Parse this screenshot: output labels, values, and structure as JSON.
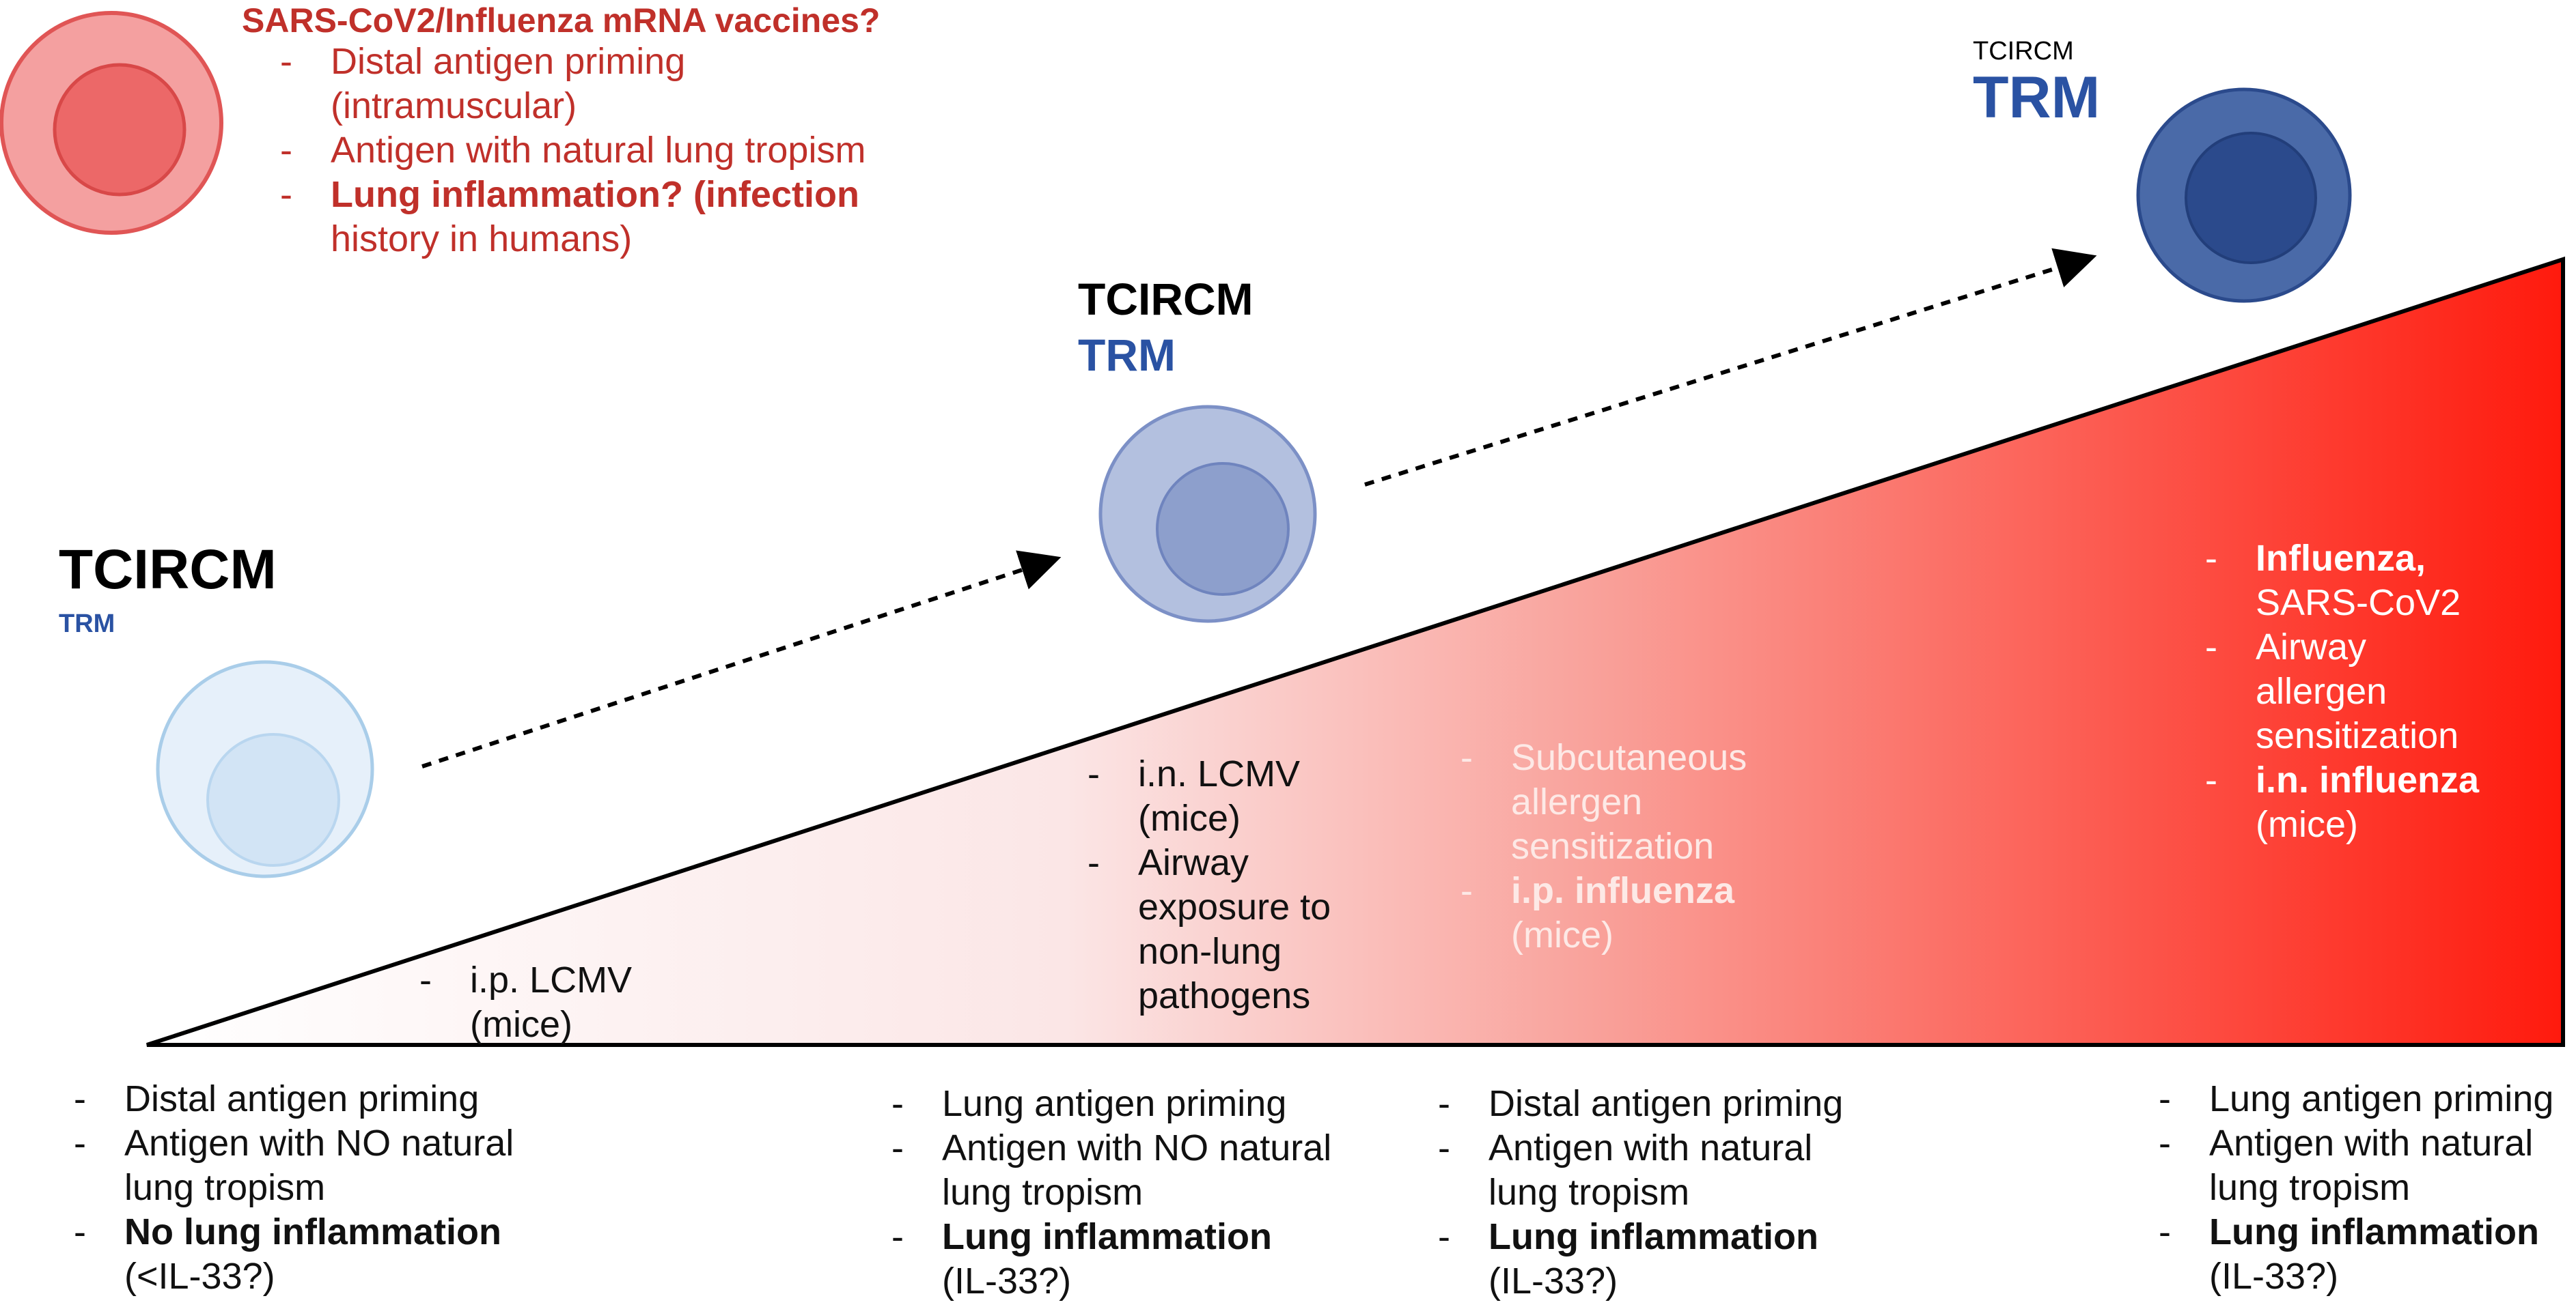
{
  "top_note": {
    "title": "SARS-CoV2/Influenza mRNA vaccines?",
    "items": [
      {
        "line1": "Distal antigen priming",
        "line2": "(intramuscular)"
      },
      {
        "line1": "Antigen with natural lung tropism"
      },
      {
        "line1": "Lung inflammation? (infection",
        "line2": "history in humans)"
      }
    ]
  },
  "stages": [
    {
      "tcircm": "TCIRCM",
      "trm": "TRM"
    },
    {
      "tcircm": "TCIRCM",
      "trm": "TRM"
    },
    {
      "tcircm": "TCIRCM",
      "trm": "TRM"
    }
  ],
  "triangle_labels": {
    "group1": [
      {
        "a": "i.p. LCMV",
        "b": "(mice)"
      }
    ],
    "group2": [
      {
        "a": "i.n. LCMV",
        "b": "(mice)"
      },
      {
        "a": "Airway",
        "b": "exposure to",
        "c": "non-lung",
        "d": "pathogens"
      }
    ],
    "group3": [
      {
        "a": "Subcutaneous",
        "b": "allergen",
        "c": "sensitization"
      },
      {
        "a": "i.p. influenza",
        "b": "(mice)"
      }
    ],
    "group4": [
      {
        "a": "Influenza,",
        "b": "SARS-CoV2"
      },
      {
        "a": "Airway",
        "b": "allergen",
        "c": "sensitization"
      },
      {
        "a": "i.n. influenza",
        "b": "(mice)"
      }
    ]
  },
  "bottom_columns": [
    [
      {
        "a": "Distal antigen priming"
      },
      {
        "a": "Antigen with NO natural",
        "b": "lung tropism"
      },
      {
        "a": "No lung inflammation",
        "b": "(<IL-33?)"
      }
    ],
    [
      {
        "a": "Lung antigen priming"
      },
      {
        "a": "Antigen with NO natural",
        "b": "lung tropism"
      },
      {
        "a": "Lung inflammation",
        "b": "(IL-33?)"
      }
    ],
    [
      {
        "a": "Distal antigen priming"
      },
      {
        "a": "Antigen with natural",
        "b": "lung tropism"
      },
      {
        "a": "Lung inflammation",
        "b": "(IL-33?)"
      }
    ],
    [
      {
        "a": "Lung antigen priming"
      },
      {
        "a": "Antigen with natural",
        "b": "lung tropism"
      },
      {
        "a": "Lung inflammation",
        "b": "(IL-33?)"
      }
    ]
  ],
  "colors": {
    "cell_red": "#e8504f",
    "cell_light_blue": "#cfe3f5",
    "cell_mid_blue": "#8d9fcc",
    "cell_dark_blue": "#2b4a8c",
    "gradient_start": "#ffffff",
    "gradient_end": "#ff1a0d",
    "trm_blue": "#2a52a3",
    "note_red": "#c0302a"
  }
}
